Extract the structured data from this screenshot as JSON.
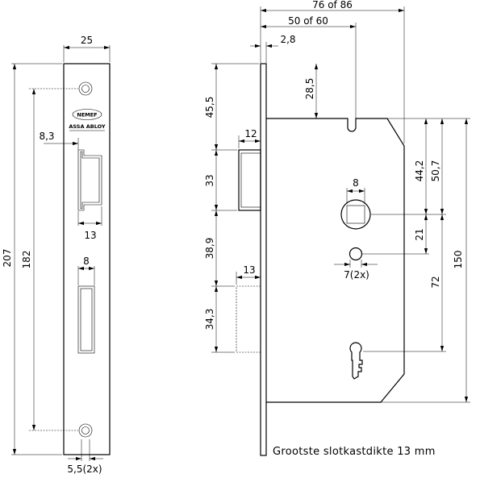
{
  "front_plate": {
    "logo_brand": "NEMEF",
    "logo_group": "ASSA ABLOY",
    "dims": {
      "width": "25",
      "total_height": "207",
      "screw_distance": "182",
      "latch_offset": "8,3",
      "latch_width": "13",
      "bolt_width": "8",
      "screw_hole": "5,5(2x)"
    }
  },
  "side_view": {
    "dims": {
      "backset_overall": "76 of 86",
      "backset": "50 of 60",
      "plate_thickness": "2,8",
      "top_to_latch": "45,5",
      "top_to_notch": "28,5",
      "latch_projection": "12",
      "latch_height": "33",
      "latch_to_bolt": "38,9",
      "bolt_projection": "13",
      "bolt_height": "34,3",
      "spindle_square": "8",
      "notch_to_spindle": "44,2",
      "top_to_spindle": "50,7",
      "spindle_to_hole": "21",
      "hole_diameter": "7(2x)",
      "spindle_to_key": "72",
      "case_height": "150"
    },
    "note": "Grootste slotkastdikte 13 mm"
  }
}
